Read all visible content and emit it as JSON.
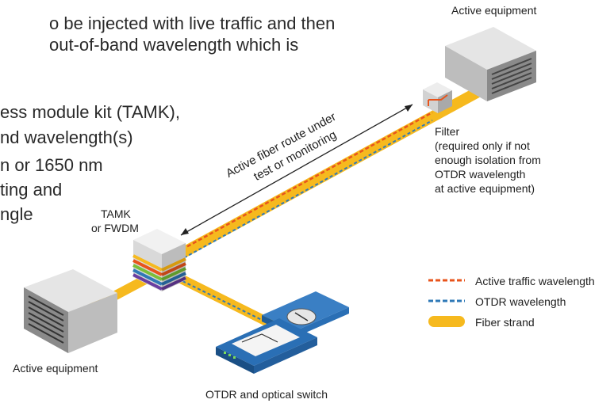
{
  "body_lines": [
    "o be injected with live traffic and then",
    "out-of-band wavelength which is",
    "ess module kit (TAMK),",
    "nd wavelength(s)",
    "n or 1650 nm",
    "ting and",
    "ngle"
  ],
  "labels": {
    "active_equipment_top": "Active equipment",
    "active_equipment_bottom": "Active equipment",
    "filter_title": "Filter",
    "filter_note_lines": [
      "(required only if not",
      "enough isolation from",
      "OTDR wavelength",
      "at active equipment)"
    ],
    "tamk_lines": [
      "TAMK",
      "or FWDM"
    ],
    "route_lines": [
      "Active fiber route under",
      "test or monitoring"
    ],
    "otdr_switch": "OTDR and optical switch"
  },
  "legend": [
    {
      "label": "Active traffic wavelength",
      "style": "dashed",
      "color": "#e8541c"
    },
    {
      "label": "OTDR wavelength",
      "style": "dashed",
      "color": "#2f79b7"
    },
    {
      "label": "Fiber strand",
      "style": "solid",
      "color": "#f6b91e"
    }
  ],
  "colors": {
    "fiber": "#f6b91e",
    "traffic": "#e8541c",
    "otdr": "#2f79b7",
    "equipment": "#8e8e8e",
    "switch": "#2a6fb5"
  },
  "icons": [
    "active-equipment-icon",
    "filter-icon",
    "tamk-stack-icon",
    "otdr-switch-icon",
    "double-arrow-icon"
  ]
}
